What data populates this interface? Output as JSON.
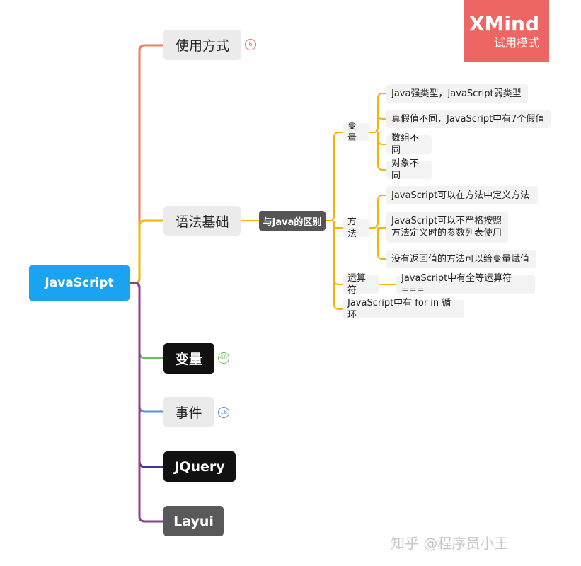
{
  "watermark": {
    "brand": "XMind",
    "mode": "试用模式"
  },
  "root": {
    "label": "JavaScript"
  },
  "topics": {
    "usage": {
      "label": "使用方式",
      "badge": "6"
    },
    "syntax": {
      "label": "语法基础"
    },
    "variables": {
      "label": "变量",
      "badge": "60"
    },
    "events": {
      "label": "事件",
      "badge": "16"
    },
    "jquery": {
      "label": "JQuery"
    },
    "layui": {
      "label": "Layui"
    }
  },
  "syntax_detail": {
    "compare_label": "与Java的区别",
    "variable_group": {
      "label": "变量",
      "items": [
        "Java强类型，JavaScript弱类型",
        "真假值不同，JavaScript中有7个假值",
        "数组不同",
        "对象不同"
      ]
    },
    "method_group": {
      "label": "方法",
      "items": [
        "JavaScript可以在方法中定义方法",
        "JavaScript可以不严格按照\n方法定义时的参数列表使用",
        "没有返回值的方法可以给变量赋值"
      ]
    },
    "operator_group": {
      "label": "运算符",
      "items": [
        "JavaScript中有全等运算符==="
      ]
    },
    "loop_item": "JavaScript中有 for in 循环"
  },
  "footer": {
    "text": "知乎 @程序员小王"
  },
  "colors": {
    "root": "#1aa3f0",
    "usage_line": "#ef7d5e",
    "syntax_line": "#f4b400",
    "variables_line": "#6bbf59",
    "events_line": "#5b8fd6",
    "jquery_line": "#3b3b8f",
    "layui_line": "#8e3c8e",
    "watermark": "#ee6663"
  }
}
